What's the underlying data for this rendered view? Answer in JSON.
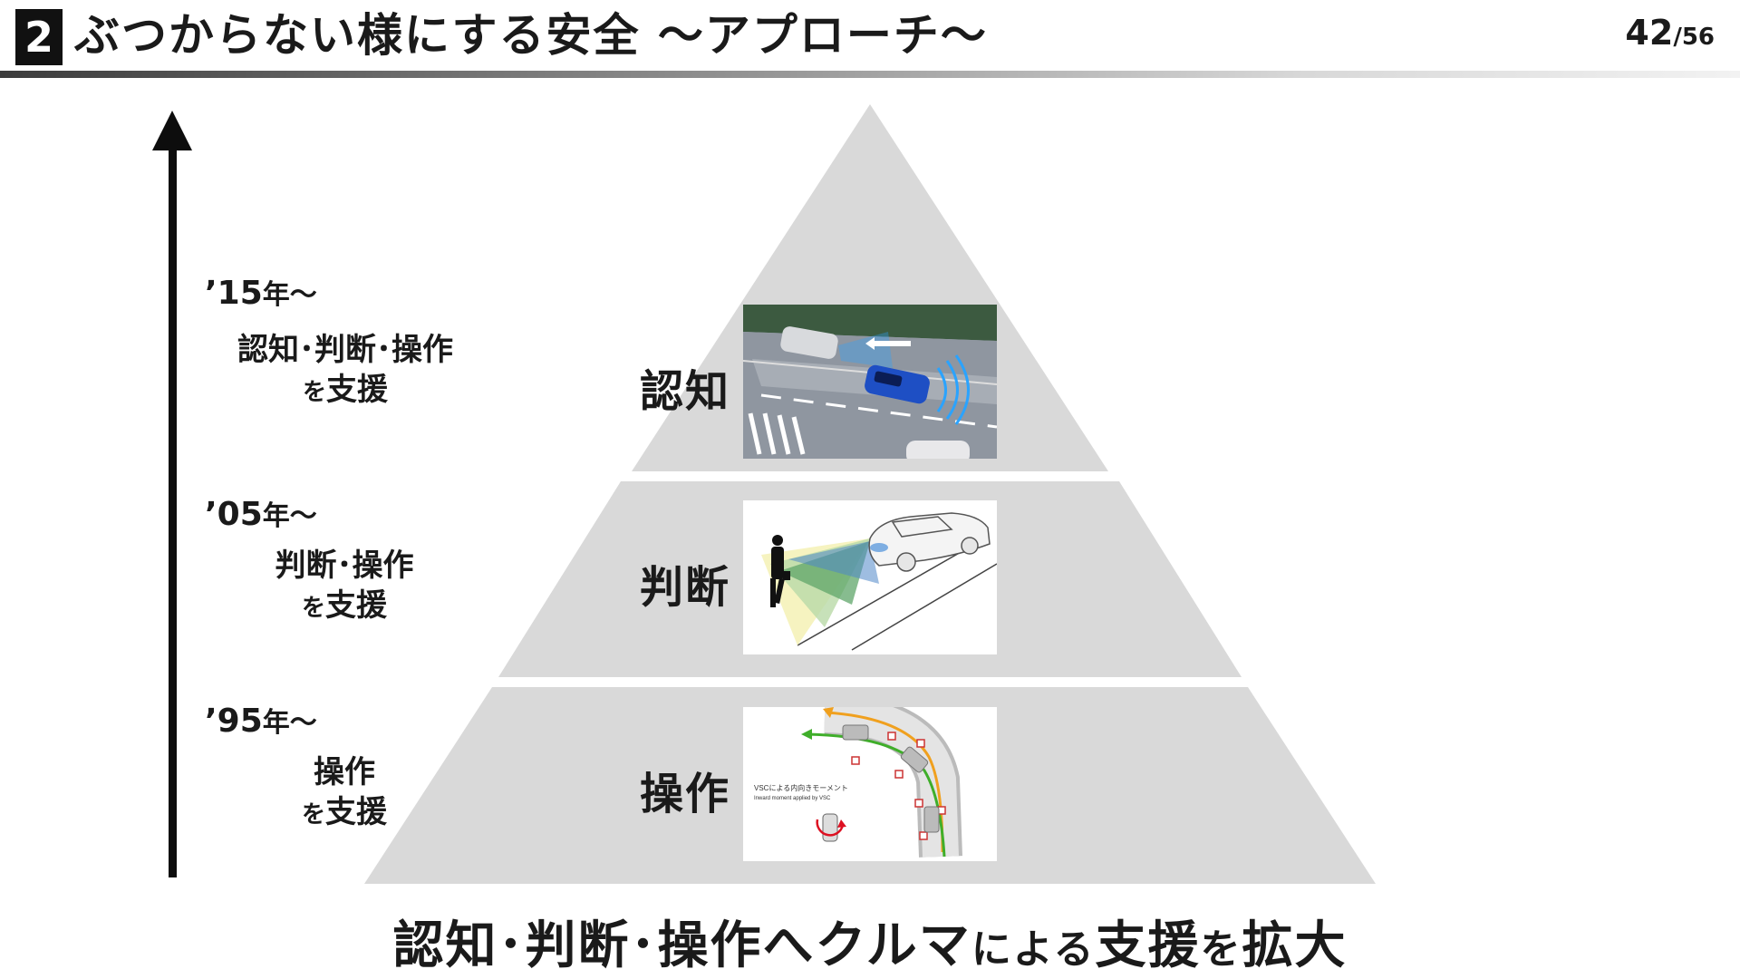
{
  "header": {
    "section_number": "2",
    "title": "ぶつからない様にする安全 ～アプローチ～",
    "page_current": "42",
    "page_separator": "/",
    "page_total": "56"
  },
  "timeline": {
    "eras": [
      {
        "year": "’15",
        "suffix": "年～",
        "desc_line1": "認知･判断･操作",
        "desc_line2_small": "を",
        "desc_line2": "支援"
      },
      {
        "year": "’05",
        "suffix": "年～",
        "desc_line1": "判断･操作",
        "desc_line2_small": "を",
        "desc_line2": "支援"
      },
      {
        "year": "’95",
        "suffix": "年～",
        "desc_line1": "操作",
        "desc_line2_small": "を",
        "desc_line2": "支援"
      }
    ]
  },
  "pyramid": {
    "tiers": [
      {
        "label": "認知",
        "image": "pre-collision-radar-illustration"
      },
      {
        "label": "判断",
        "image": "pedestrian-detection-illustration"
      },
      {
        "label": "操作",
        "image": "vsc-cornering-diagram",
        "caption_jp": "VSCによる内向きモーメント",
        "caption_en": "Inward moment applied by VSC"
      }
    ]
  },
  "footer": {
    "part1": "認知･判断･操作へクルマ",
    "part2_small": "による",
    "part3": "支援",
    "part4_small": "を",
    "part5": "拡大"
  },
  "colors": {
    "pyramid_fill": "#d9d9d9",
    "axis": "#0d0d0d",
    "badge": "#111111",
    "radar_blue": "#2aa3ff",
    "path_green": "#3fae2a",
    "path_orange": "#f0a01e"
  }
}
